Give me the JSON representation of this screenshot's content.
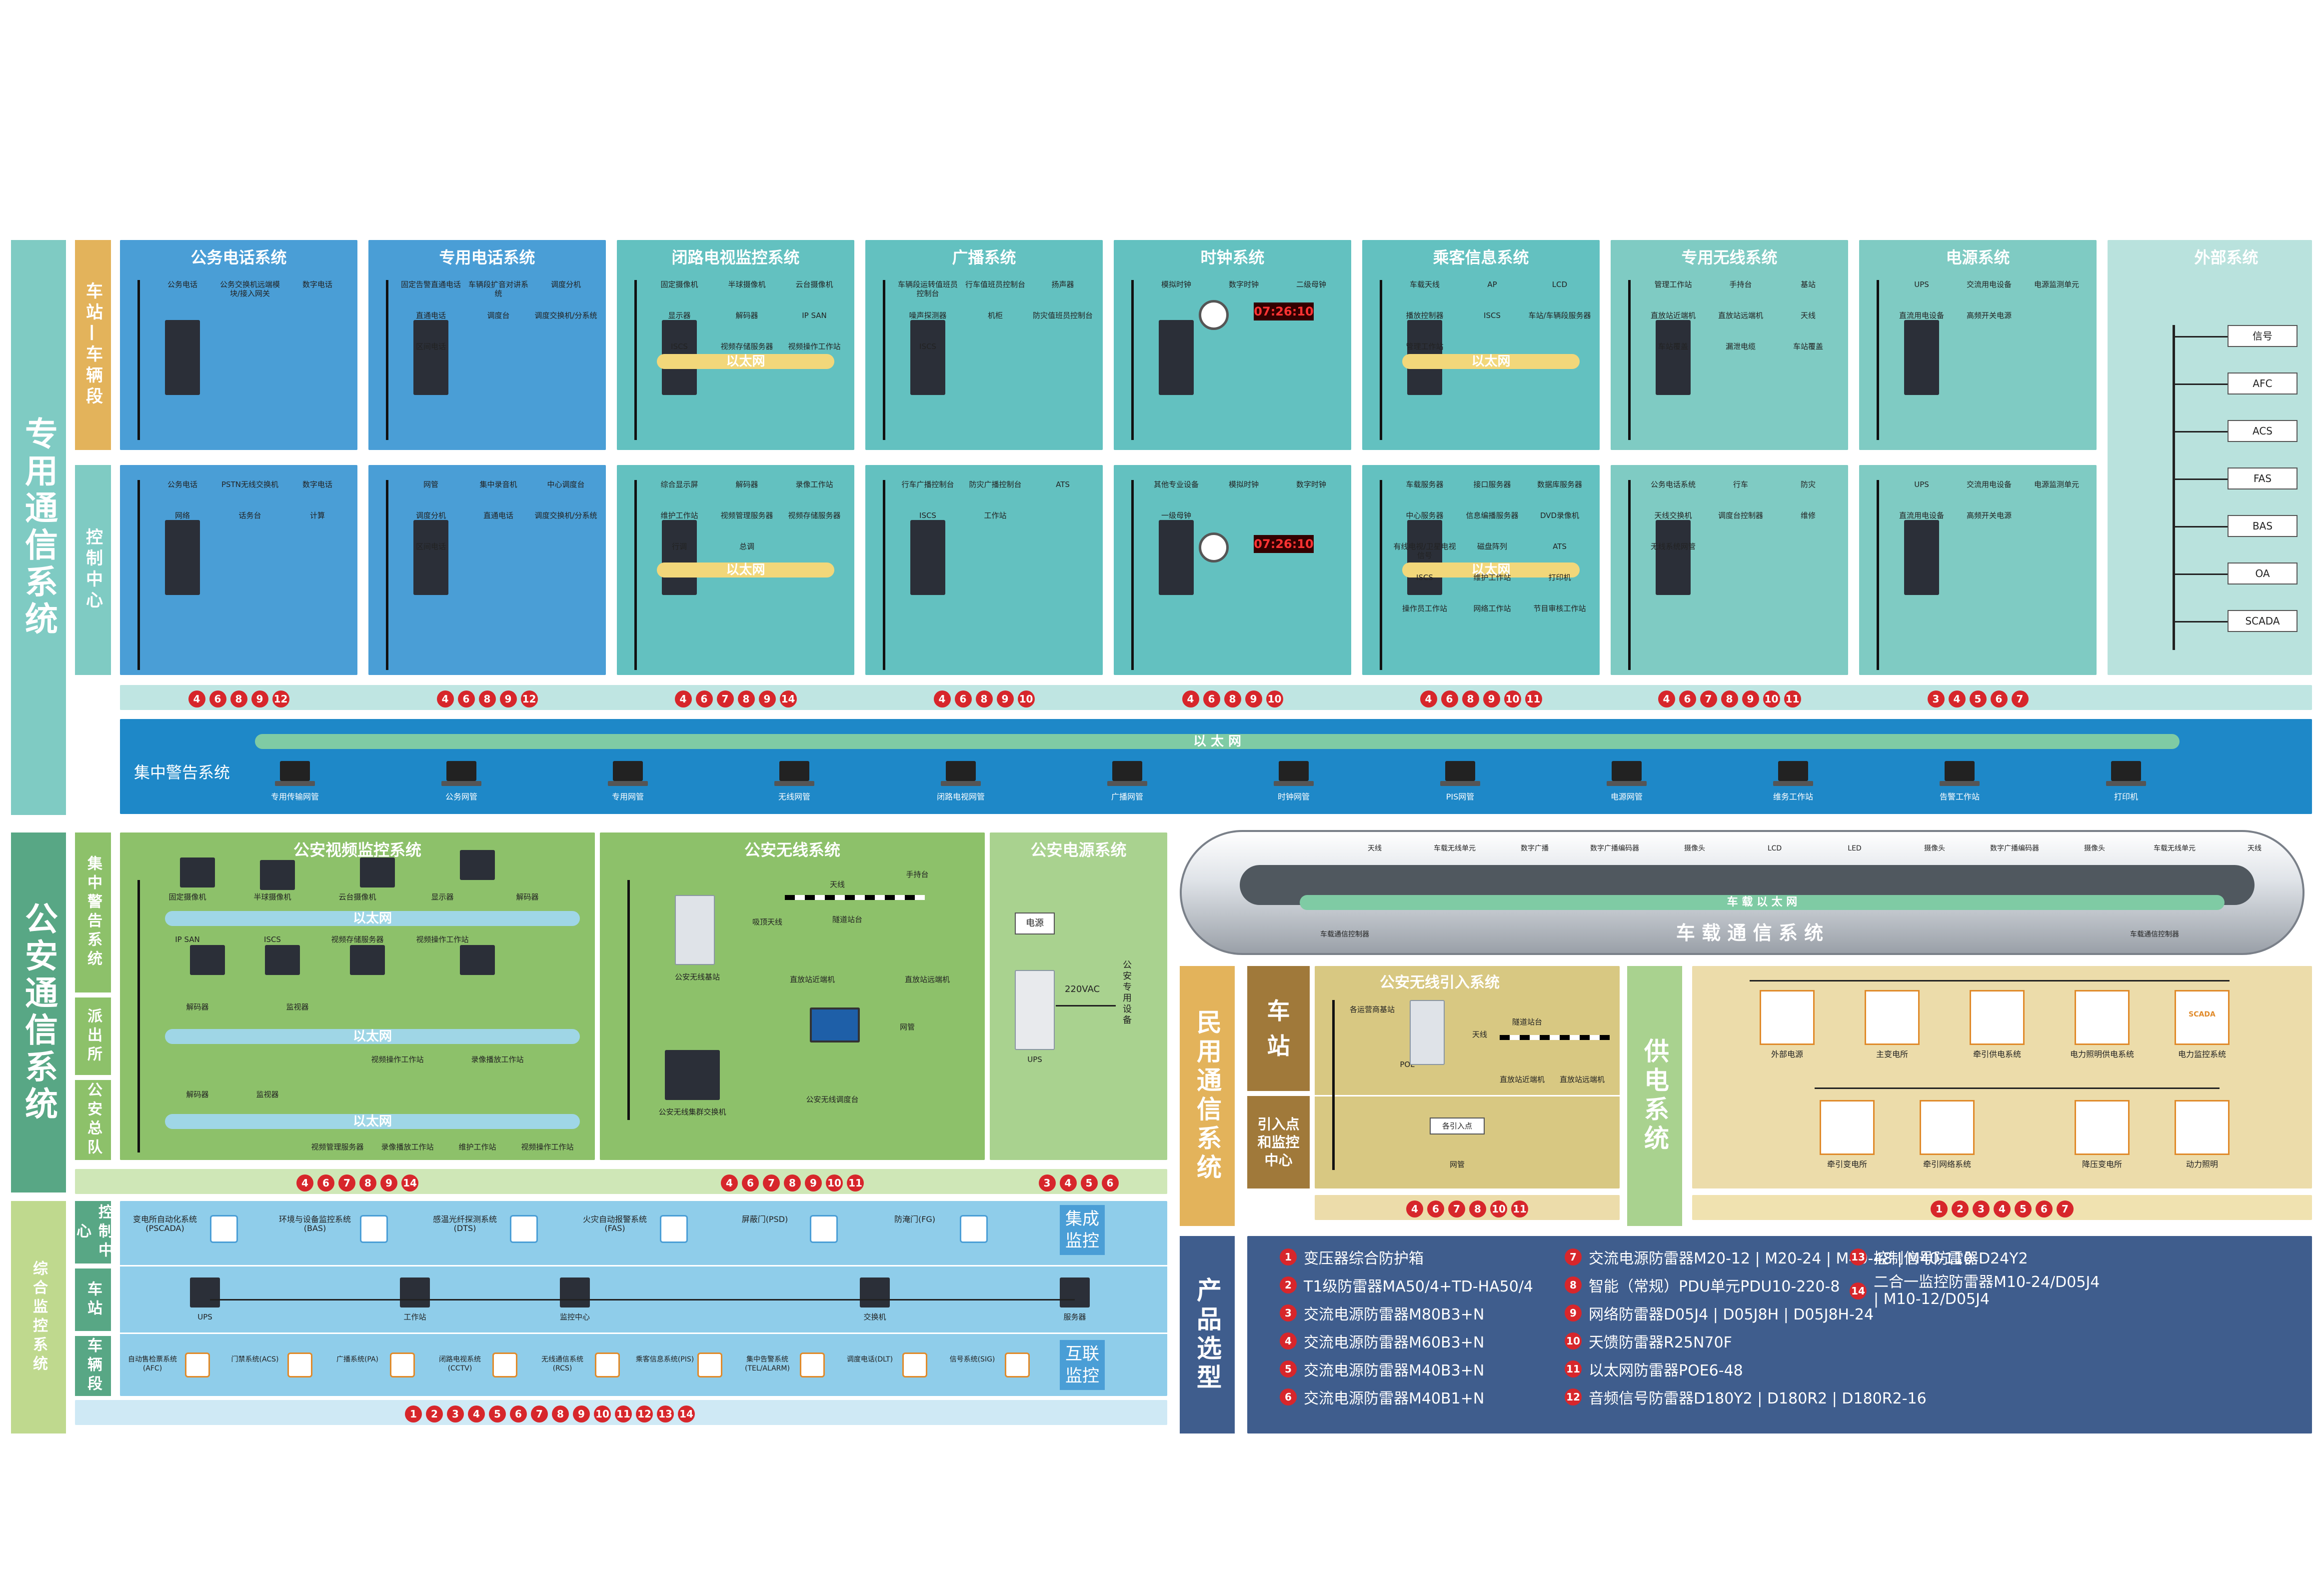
{
  "side_labels": {
    "zy": "专用通信系统",
    "ga": "公安通信系统",
    "zh": "综合监控系统",
    "my": "民用通信系统",
    "gd": "供电系统",
    "cp": "产品选型"
  },
  "sub_labels": {
    "cz_cld": "车站—车辆段",
    "kzzx": "控制中心",
    "jzjgxt": "集中警告系统",
    "pcs": "派出所",
    "gazd": "公安总队",
    "zh_kzzx": "控制中心",
    "zh_cz": "车站",
    "zh_cld": "车辆段",
    "my_cz": "车站",
    "my_yrd": "引入点和监控中心"
  },
  "special_panels": [
    {
      "title": "公务电话系统",
      "nums": [
        "4",
        "6",
        "8",
        "9",
        "12"
      ],
      "top_labels": [
        "公务电话",
        "公务交换机远端模块/接入网关",
        "数字电话"
      ],
      "bot_labels": [
        "公务电话",
        "PSTN无线交换机",
        "数字电话",
        "网络",
        "话务台",
        "计算"
      ]
    },
    {
      "title": "专用电话系统",
      "nums": [
        "4",
        "6",
        "8",
        "9",
        "12"
      ],
      "top_labels": [
        "固定告警直通电话",
        "车辆段扩音对讲系统",
        "调度分机",
        "直通电话",
        "调度台",
        "调度交换机/分系统",
        "区间电话"
      ],
      "bot_labels": [
        "网管",
        "集中录音机",
        "中心调度台",
        "调度分机",
        "直通电话",
        "调度交换机/分系统",
        "区间电话"
      ]
    },
    {
      "title": "闭路电视监控系统",
      "nums": [
        "4",
        "6",
        "7",
        "8",
        "9",
        "14"
      ],
      "top_labels": [
        "固定摄像机",
        "半球摄像机",
        "云台摄像机",
        "显示器",
        "解码器",
        "IP SAN",
        "ISCS",
        "视频存储服务器",
        "视频操作工作站"
      ],
      "bot_labels": [
        "综合显示屏",
        "解码器",
        "录像工作站",
        "维护工作站",
        "视频管理服务器",
        "视频存储服务器",
        "行调",
        "总调"
      ]
    },
    {
      "title": "广播系统",
      "nums": [
        "4",
        "6",
        "8",
        "9",
        "10"
      ],
      "top_labels": [
        "车辆段运转值班员控制台",
        "行车值班员控制台",
        "扬声器",
        "噪声探测器",
        "机柜",
        "防灾值班员控制台",
        "ISCS"
      ],
      "bot_labels": [
        "行车广播控制台",
        "防灾广播控制台",
        "ATS",
        "ISCS",
        "工作站"
      ]
    },
    {
      "title": "时钟系统",
      "nums": [
        "4",
        "6",
        "8",
        "9",
        "10"
      ],
      "top_labels": [
        "模拟时钟",
        "数字时钟",
        "二级母钟"
      ],
      "bot_labels": [
        "其他专业设备",
        "模拟时钟",
        "数字时钟",
        "一级母钟"
      ],
      "clock": "07:26:10"
    },
    {
      "title": "乘客信息系统",
      "nums": [
        "4",
        "6",
        "8",
        "9",
        "10",
        "11"
      ],
      "top_labels": [
        "车载天线",
        "AP",
        "LCD",
        "播放控制器",
        "ISCS",
        "车站/车辆段服务器",
        "管理工作站"
      ],
      "bot_labels": [
        "车载服务器",
        "接口服务器",
        "数据库服务器",
        "中心服务器",
        "信息编播服务器",
        "DVD录像机",
        "有线电视/卫星电视信号",
        "磁盘阵列",
        "ATS",
        "ISCS",
        "维护工作站",
        "打印机",
        "操作员工作站",
        "网络工作站",
        "节目审核工作站"
      ]
    },
    {
      "title": "专用无线系统",
      "nums": [
        "4",
        "6",
        "7",
        "8",
        "9",
        "10",
        "11"
      ],
      "top_labels": [
        "管理工作站",
        "手持台",
        "基站",
        "直放站近端机",
        "直放站远端机",
        "天线",
        "车站覆盖",
        "漏泄电缆",
        "车站覆盖"
      ],
      "bot_labels": [
        "公务电话系统",
        "行车",
        "防灾",
        "天线交换机",
        "调度台控制器",
        "维修",
        "无线系统网管"
      ]
    },
    {
      "title": "电源系统",
      "nums": [
        "3",
        "4",
        "5",
        "6",
        "7"
      ],
      "top_labels": [
        "UPS",
        "交流用电设备",
        "电源监测单元",
        "直流用电设备",
        "高频开关电源"
      ],
      "bot_labels": [
        "UPS",
        "交流用电设备",
        "电源监测单元",
        "直流用电设备",
        "高频开关电源"
      ]
    },
    {
      "title": "外部系统",
      "nums": [],
      "items": [
        "信号",
        "AFC",
        "ACS",
        "FAS",
        "BAS",
        "OA",
        "SCADA"
      ]
    }
  ],
  "ethernet_label": "以太网",
  "central_alarm": {
    "eth": "以 太 网",
    "items": [
      "专用传输网管",
      "公务网管",
      "专用网管",
      "无线网管",
      "闭路电视网管",
      "广播网管",
      "时钟网管",
      "PIS网管",
      "电源网管",
      "维务工作站",
      "告警工作站",
      "打印机"
    ]
  },
  "police_video": {
    "title": "公安视频监控系统",
    "labels": [
      "固定摄像机",
      "半球摄像机",
      "云台摄像机",
      "显示器",
      "解码器",
      "IP SAN",
      "ISCS",
      "视频存储服务器",
      "视频操作工作站",
      "解码器",
      "监视器",
      "视频操作工作站",
      "录像播放工作站",
      "解码器",
      "监视器",
      "视频管理服务器",
      "录像播放工作站",
      "维护工作站",
      "视频操作工作站"
    ],
    "nums": [
      "4",
      "6",
      "7",
      "8",
      "9",
      "14"
    ]
  },
  "police_wireless": {
    "title": "公安无线系统",
    "labels": [
      "手持台",
      "天线",
      "吸顶天线",
      "隧道站台",
      "公安无线基站",
      "直放站近端机",
      "直放站远端机",
      "网管",
      "公安无线集群交换机",
      "公安无线调度台"
    ],
    "nums": [
      "4",
      "6",
      "7",
      "8",
      "9",
      "10",
      "11"
    ]
  },
  "police_power": {
    "title": "公安电源系统",
    "labels": [
      "电源",
      "UPS",
      "220VAC",
      "公安专用设备"
    ],
    "nums": [
      "3",
      "4",
      "5",
      "6"
    ]
  },
  "train": {
    "title": "车 载 通 信 系 统",
    "eth": "车 载 以 太 网",
    "labels": [
      "天线",
      "车载无线单元",
      "数字广播",
      "数字广播编码器",
      "摄像头",
      "LCD",
      "LED",
      "摄像头",
      "数字广播编码器",
      "摄像头",
      "车载无线单元",
      "天线",
      "车载通信控制器",
      "车载通信控制器"
    ]
  },
  "civil_wireless": {
    "title": "公安无线引入系统",
    "labels": [
      "各运营商基站",
      "POL",
      "天线",
      "隧道站台",
      "直放站近端机",
      "直放站远端机",
      "各引入点",
      "网管"
    ],
    "nums": [
      "4",
      "6",
      "7",
      "8",
      "10",
      "11"
    ]
  },
  "power_supply": {
    "items": [
      "外部电源",
      "主变电所",
      "牵引供电系统",
      "电力照明供电系统",
      "电力监控系统",
      "牵引变电所",
      "牵引网络系统",
      "降压变电所",
      "动力照明"
    ],
    "nums": [
      "1",
      "2",
      "3",
      "4",
      "5",
      "6",
      "7"
    ],
    "scada_icon": "SCADA"
  },
  "integrated": {
    "ctrl_items": [
      "变电所自动化系统(PSCADA)",
      "环境与设备监控系统(BAS)",
      "感温光纤探测系统(DTS)",
      "火灾自动报警系统(FAS)",
      "屏蔽门(PSD)",
      "防淹门(FG)"
    ],
    "station_items": [
      "UPS",
      "工作站",
      "监控中心",
      "交换机",
      "服务器"
    ],
    "depot_items": [
      "自动售检票系统(AFC)",
      "门禁系统(ACS)",
      "广播系统(PA)",
      "闭路电视系统(CCTV)",
      "无线通信系统(RCS)",
      "乘客信息系统(PIS)",
      "集中告警系统(TEL/ALARM)",
      "调度电话(DLT)",
      "信号系统(SIG)"
    ],
    "badge1": "集成监控",
    "badge2": "互联监控",
    "nums": [
      "1",
      "2",
      "3",
      "4",
      "5",
      "6",
      "7",
      "8",
      "9",
      "10",
      "11",
      "12",
      "13",
      "14"
    ]
  },
  "products": [
    {
      "n": "1",
      "text": "变压器综合防护箱"
    },
    {
      "n": "2",
      "text": "T1级防雷器MA50/4+TD-HA50/4"
    },
    {
      "n": "3",
      "text": "交流电源防雷器M80B3+N"
    },
    {
      "n": "4",
      "text": "交流电源防雷器M60B3+N"
    },
    {
      "n": "5",
      "text": "交流电源防雷器M40B3+N"
    },
    {
      "n": "6",
      "text": "交流电源防雷器M40B1+N"
    },
    {
      "n": "7",
      "text": "交流电源防雷器M20-12 | M20-24 | M40-48 | M40-110"
    },
    {
      "n": "8",
      "text": "智能（常规）PDU单元PDU10-220-8"
    },
    {
      "n": "9",
      "text": "网络防雷器D05J4 | D05J8H | D05J8H-24"
    },
    {
      "n": "10",
      "text": "天馈防雷器R25N70F"
    },
    {
      "n": "11",
      "text": "以太网防雷器POE6-48"
    },
    {
      "n": "12",
      "text": "音频信号防雷器D180Y2 | D180R2 | D180R2-16"
    },
    {
      "n": "13",
      "text": "控制信号防雷器D24Y2"
    },
    {
      "n": "14",
      "text": "二合一监控防雷器M10-24/D05J4 | M10-12/D05J4"
    }
  ],
  "colors": {
    "special": "#7fcbc3",
    "blue": "#4a9ed6",
    "teal": "#63c1c0",
    "police": "#8dc16a",
    "integrated": "#8fcdea",
    "civil": "#e3b35b",
    "civil_panel": "#d8c882",
    "power": "#a9d28f",
    "product": "#3f5d8d",
    "num": "#d7262b"
  }
}
